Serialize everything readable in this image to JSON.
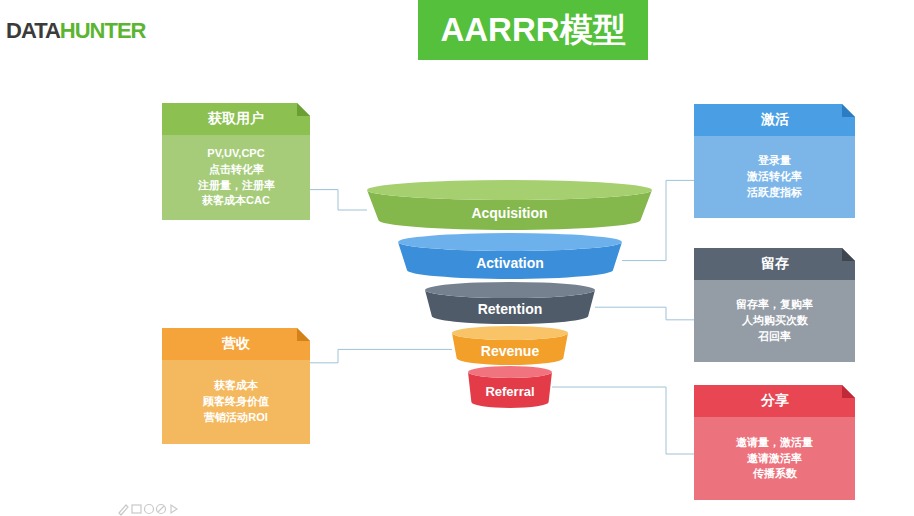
{
  "diagram": {
    "title": "AARRR模型",
    "nodes": [
      {
        "text": [
          "获取用户",
          "PV,UV,CPC 点击转化率 注册量，注册率 获客成本CAC"
        ]
      },
      {
        "text": [
          "激活",
          "登录量 激活转化率 活跃度指标"
        ]
      },
      {
        "text": [
          "Acquisition"
        ]
      },
      {
        "text": [
          "Activation"
        ]
      },
      {
        "text": [
          "留存",
          "留存率，复购率 人均购买次数 召回率"
        ]
      },
      {
        "text": [
          "Retention"
        ]
      },
      {
        "text": [
          "营收",
          "获客成本 顾客终身价值 营销活动ROI"
        ]
      },
      {
        "text": [
          "Revenue"
        ]
      },
      {
        "text": [
          "Referral"
        ]
      },
      {
        "text": [
          "分享",
          "邀请量，激活量 邀请激活率 传播系数"
        ]
      }
    ],
    "edges": [
      {
        "from": 0,
        "to": 2,
        "arrow": "none"
      },
      {
        "from": 1,
        "to": 3,
        "arrow": "none"
      },
      {
        "from": 4,
        "to": 5,
        "arrow": "none"
      },
      {
        "from": 6,
        "to": 7,
        "arrow": "none"
      },
      {
        "from": 9,
        "to": 8,
        "arrow": "none"
      }
    ],
    "labels": [
      "DATA",
      "HUNTER"
    ]
  }
}
